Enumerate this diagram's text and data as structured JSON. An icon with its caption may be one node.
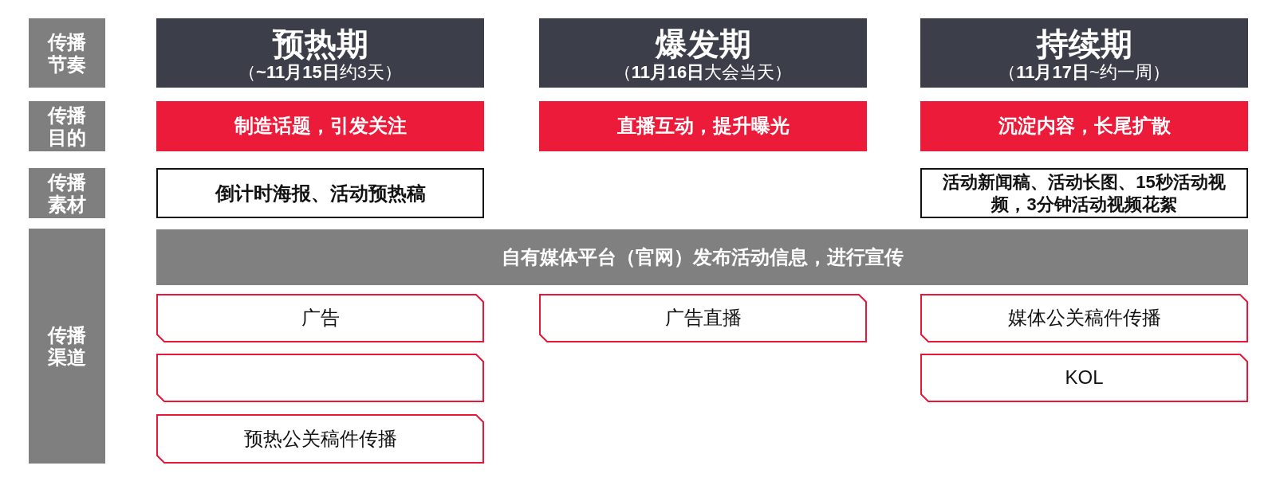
{
  "diagram": {
    "nodes": [
      {
        "text": [
          "传播节奏"
        ]
      },
      {
        "text": [
          "预热期",
          "（**~11月15日**约3天）"
        ]
      },
      {
        "text": [
          "爆发期",
          "（**11月16日**大会当天）"
        ]
      },
      {
        "text": [
          "持续期",
          "（**11月17日**~约一周）"
        ]
      },
      {
        "text": [
          "传播目的"
        ]
      },
      {
        "text": [
          "制造话题，引发关注"
        ]
      },
      {
        "text": [
          "直播互动，提升曝光"
        ]
      },
      {
        "text": [
          "沉淀内容，长尾扩散"
        ]
      },
      {
        "text": [
          "传播素材"
        ]
      },
      {
        "text": [
          "倒计时海报、活动预热稿"
        ]
      },
      {
        "text": [
          "活动新闻稿、活动长图、15秒活动视频，3分钟活动视频花絮"
        ]
      },
      {
        "text": [
          "传播渠道"
        ]
      },
      {
        "text": [
          "自有媒体平台（官网）发布活动信息，进行宣传"
        ]
      },
      {
        "text": [
          "广告"
        ]
      },
      {
        "text": [
          "广告直播"
        ]
      },
      {
        "text": [
          "媒体公关稿件传播"
        ]
      },
      {
        "text": [],
        "shape": "box"
      },
      {
        "text": [
          "KOL"
        ]
      },
      {
        "text": [
          "预热公关稿件传播"
        ]
      }
    ]
  }
}
